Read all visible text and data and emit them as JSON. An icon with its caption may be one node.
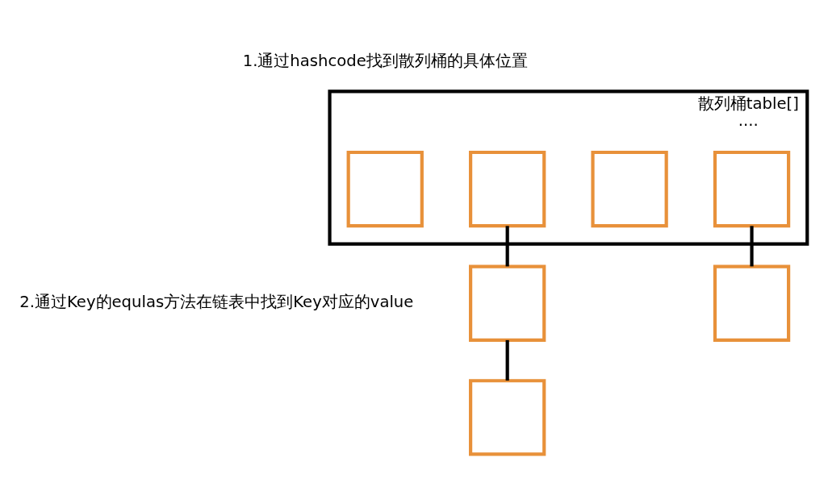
{
  "diagram": {
    "nodes": [
      {
        "text": [
          "散列桶table[]",
          "...."
        ]
      },
      {
        "text": [],
        "shape": "box",
        "in": 0
      },
      {
        "text": [],
        "shape": "box",
        "in": 0
      },
      {
        "text": [],
        "shape": "box",
        "in": 0
      },
      {
        "text": [],
        "shape": "box",
        "in": 0
      },
      {
        "text": [],
        "shape": "box"
      },
      {
        "text": [],
        "shape": "box"
      },
      {
        "text": [],
        "shape": "box"
      }
    ],
    "edges": [
      {
        "from": 2,
        "to": 5,
        "arrow": "none"
      },
      {
        "from": 4,
        "to": 6,
        "arrow": "none"
      },
      {
        "from": 5,
        "to": 7,
        "arrow": "none"
      }
    ],
    "labels": [
      "1.通过hashcode找到散列桶的具体位置",
      "2.通过Key的equlas方法在链表中找到Key对应的value"
    ]
  }
}
